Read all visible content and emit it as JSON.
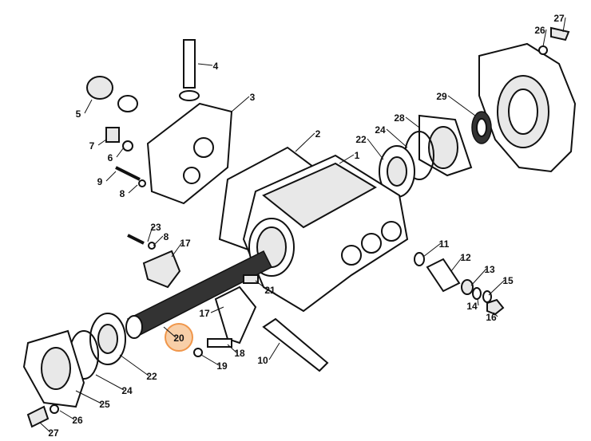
{
  "diagram": {
    "type": "exploded parts diagram",
    "highlight_color": "#f0964a",
    "highlight_fill": "#f8cfa8",
    "highlighted_part": "20",
    "callouts": [
      "27",
      "26",
      "4",
      "3",
      "5",
      "29",
      "28",
      "24",
      "22",
      "2",
      "7",
      "1",
      "6",
      "9",
      "8",
      "23",
      "8",
      "17",
      "11",
      "12",
      "13",
      "15",
      "21",
      "14",
      "17",
      "16",
      "20",
      "18",
      "19",
      "10",
      "22",
      "24",
      "25",
      "26",
      "27"
    ]
  }
}
